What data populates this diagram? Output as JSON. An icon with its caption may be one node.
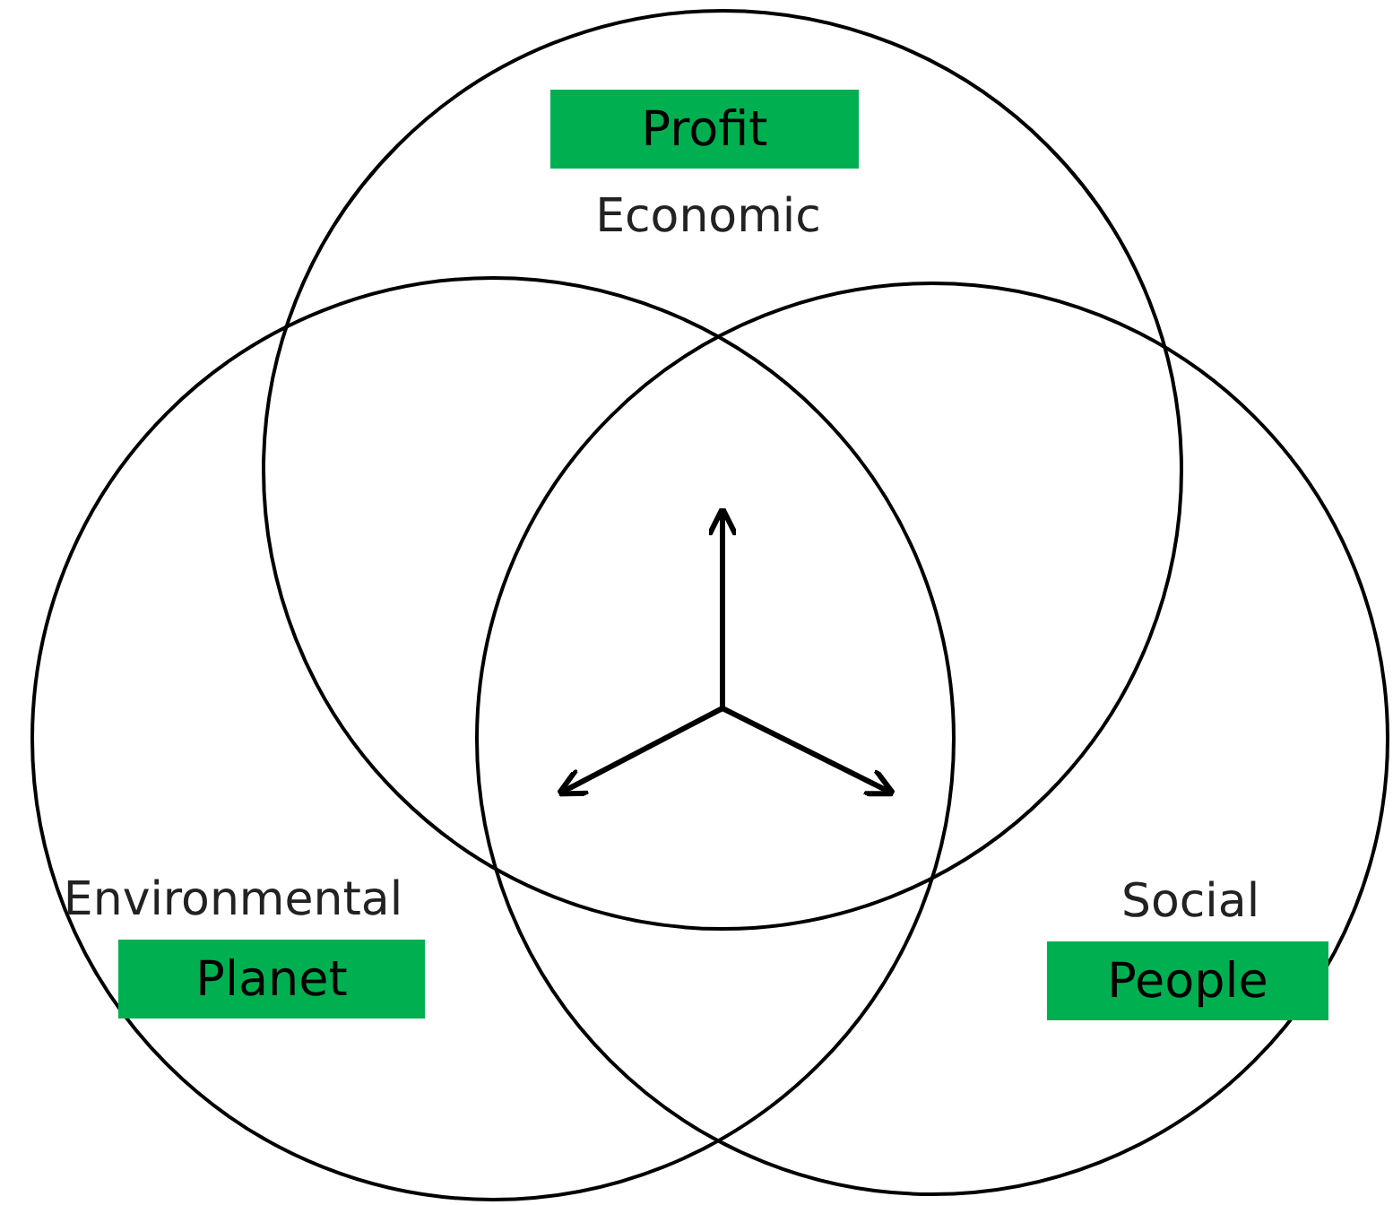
{
  "diagram": {
    "nodes": [
      {
        "text": [
          "Economic"
        ]
      },
      {
        "text": [
          "Profit"
        ],
        "in": 0
      },
      {
        "text": [
          "Environmental"
        ]
      },
      {
        "text": [
          "Planet"
        ],
        "in": 2
      },
      {
        "text": [
          "Social"
        ]
      },
      {
        "text": [
          "People"
        ],
        "in": 4
      }
    ],
    "edges": []
  }
}
